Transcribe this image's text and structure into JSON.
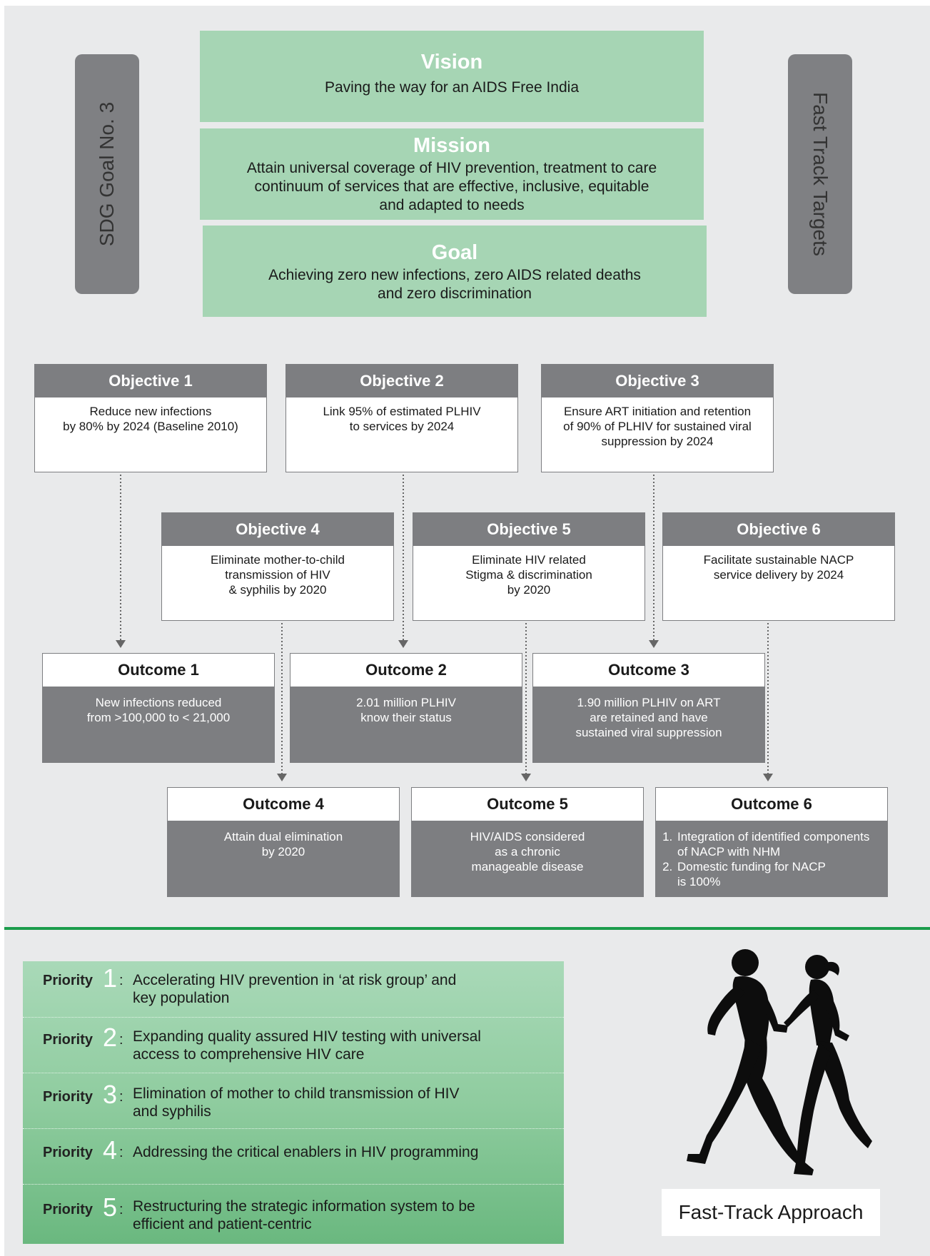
{
  "header": {
    "vision": {
      "title": "Vision",
      "text": "Paving the way for an AIDS Free India"
    },
    "mission": {
      "title": "Mission",
      "lines": [
        "Attain universal coverage of HIV prevention, treatment to care",
        "continuum of services that are effective, inclusive, equitable",
        "and adapted to needs"
      ]
    },
    "goal": {
      "title": "Goal",
      "lines": [
        "Achieving zero new infections, zero AIDS related deaths",
        "and zero discrimination"
      ]
    },
    "left_pill": "SDG Goal No. 3",
    "right_pill": "Fast Track Targets"
  },
  "objectives": [
    {
      "title": "Objective 1",
      "lines": [
        "Reduce new infections",
        "by 80% by 2024 (Baseline 2010)"
      ]
    },
    {
      "title": "Objective 2",
      "lines": [
        "Link 95% of estimated PLHIV",
        "to services by 2024"
      ]
    },
    {
      "title": "Objective 3",
      "lines": [
        "Ensure ART initiation and retention",
        "of 90% of PLHIV for sustained viral",
        "suppression by 2024"
      ]
    },
    {
      "title": "Objective 4",
      "lines": [
        "Eliminate mother-to-child",
        "transmission of HIV",
        "& syphilis by 2020"
      ]
    },
    {
      "title": "Objective 5",
      "lines": [
        "Eliminate HIV related",
        "Stigma & discrimination",
        "by 2020"
      ]
    },
    {
      "title": "Objective 6",
      "lines": [
        "Facilitate sustainable NACP",
        "service delivery by 2024"
      ]
    }
  ],
  "outcomes": [
    {
      "title": "Outcome 1",
      "lines": [
        "New infections reduced",
        "from >100,000 to < 21,000"
      ]
    },
    {
      "title": "Outcome 2",
      "lines": [
        "2.01 million PLHIV",
        "know their status"
      ]
    },
    {
      "title": "Outcome 3",
      "lines": [
        "1.90 million PLHIV on ART",
        "are retained and have",
        "sustained viral suppression"
      ]
    },
    {
      "title": "Outcome 4",
      "lines": [
        "Attain dual elimination",
        "by 2020"
      ]
    },
    {
      "title": "Outcome 5",
      "lines": [
        "HIV/AIDS considered",
        "as a chronic",
        "manageable disease"
      ]
    },
    {
      "title": "Outcome 6",
      "items": [
        [
          "Integration of identified components",
          "of NACP with NHM"
        ],
        [
          "Domestic funding for NACP",
          "is 100%"
        ]
      ]
    }
  ],
  "priorities": [
    {
      "label": "Priority",
      "num": "1",
      "lines": [
        "Accelerating HIV prevention in ‘at risk group’ and",
        "key population"
      ]
    },
    {
      "label": "Priority",
      "num": "2",
      "lines": [
        "Expanding quality assured HIV testing with universal",
        "access to comprehensive HIV care"
      ]
    },
    {
      "label": "Priority",
      "num": "3",
      "lines": [
        "Elimination of mother to child transmission of HIV",
        "and syphilis"
      ]
    },
    {
      "label": "Priority",
      "num": "4",
      "lines": [
        "Addressing the critical enablers in HIV programming"
      ]
    },
    {
      "label": "Priority",
      "num": "5",
      "lines": [
        "Restructuring the strategic information system to be",
        "efficient and patient-centric"
      ]
    }
  ],
  "fast_track_caption": "Fast-Track Approach",
  "colors": {
    "green_box": "#a6d5b4",
    "grey": "#7d7e81",
    "background": "#e9eaeb",
    "separator": "#1b9c4b"
  },
  "icons": {
    "runners": "runners-silhouette-icon"
  }
}
